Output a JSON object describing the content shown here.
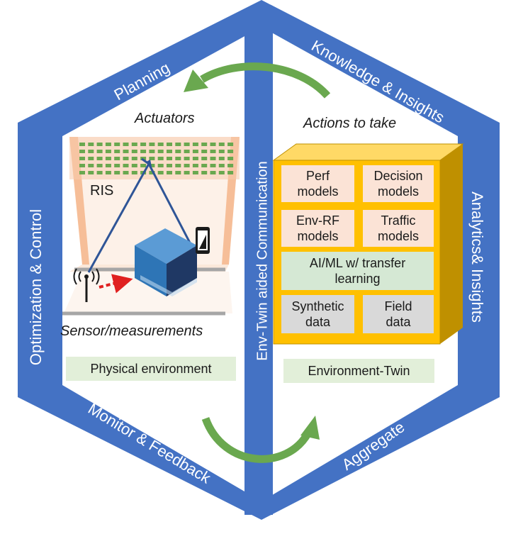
{
  "colors": {
    "frame": "#4472c4",
    "arrow": "#6aa84f",
    "twin_front": "#ffc000",
    "twin_side": "#bf9000",
    "pink_box": "#fbe3d6",
    "green_box": "#d5e8d4",
    "gray_box": "#d9d9d9",
    "ris_dots": "#6aa84f",
    "ray": "#2f5597",
    "signal_arrow": "#e02020"
  },
  "ring_labels": {
    "planning": "Planning",
    "knowledge": "Knowledge & Insights",
    "analytics": "Analytics& Insights",
    "aggregate": "Aggregate",
    "monitor": "Monitor & Feedback",
    "optimization": "Optimization & Control",
    "center": "Env-Twin aided Communication"
  },
  "physical": {
    "actuators": "Actuators",
    "ris": "RIS",
    "sensor": "Sensor/measurements",
    "title": "Physical environment",
    "icons": [
      "ris-panel-icon",
      "antenna-icon",
      "obstacle-cube-icon",
      "phone-icon"
    ]
  },
  "twin": {
    "actions": "Actions to take",
    "title": "Environment-Twin",
    "boxes": {
      "perf": "Perf\nmodels",
      "decision": "Decision\nmodels",
      "envrf": "Env-RF\nmodels",
      "traffic": "Traffic\nmodels",
      "aiml": "AI/ML w/ transfer\nlearning",
      "synthetic": "Synthetic\ndata",
      "field": "Field\ndata"
    }
  }
}
